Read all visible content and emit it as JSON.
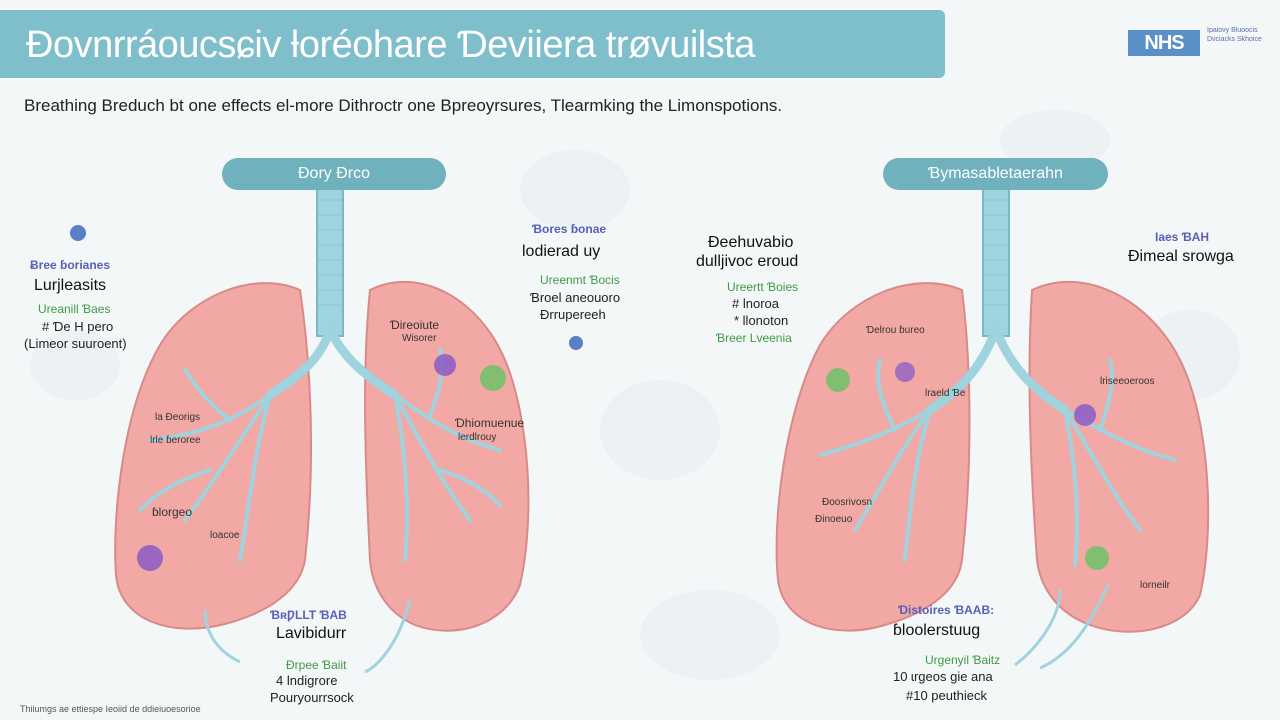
{
  "header": {
    "title": "Ɖovnrráoucsɕiv ƚoréohare Ɗeviiera trøvuilsta",
    "subtitle": "Breathing Breduch bt one effects el-more Dithroctr one Bpreoyrsures, Tlearmking the Limonspotions.",
    "logo": "NHS",
    "logo_sub": "Ipaiovy Bluoocis Dvciacks Skhoice",
    "footnote": "Thiiumgs ae ettiespe Ieoiid de ddieiuoesorioe"
  },
  "colors": {
    "banner": "#7fbfcc",
    "pill": "#6fb2bd",
    "lung": "#f2a9a6",
    "lung_edge": "#d88a88",
    "airway": "#9fd3de",
    "airway_dark": "#76b9c8",
    "purple": "#8a5cc6",
    "green": "#6fc267",
    "label_blue": "#5860b8",
    "label_green": "#3f9a45"
  },
  "left_panel": {
    "pill_label": "Ɖory Ɖrco",
    "outer_top": {
      "heading": "Ƀree ɓorianes",
      "main": "Lurjleasits",
      "green": "Ureanill Ɓaes",
      "line1": "# Ɗe H pero",
      "line2": "(Limeor suuroent)"
    },
    "right_top": {
      "heading": "Ɓores ɓonae",
      "main": "Ɩodierad uy",
      "green": "Ureenmt Ɓocis",
      "line1": "Ɓroel aneouoro",
      "line2": "Ɖrrupereeh"
    },
    "inner_labels": [
      "Ɗireoiute",
      "Wisorer",
      "Ɗhiomuenue",
      "Ɩerdlrouy",
      "ɓlorgeo",
      "Ɩoacoe",
      "Ɩrle ɓeroree",
      "Ɩa Ɖeorigs"
    ],
    "bottom": {
      "heading": "ƁʀǷLLT ƁAB",
      "main": "Lavibidurr",
      "green": "Ɖrpee Ɓaiit",
      "line1": "4 Ɩndigrore",
      "line2": "Pouryourrsock"
    }
  },
  "right_panel": {
    "pill_label": "Ɓymasabletaerahn",
    "outer_top": {
      "heading": "Ɩaes ƁAH",
      "main": "Ɖimeal srowga"
    },
    "left_top": {
      "main1": "Ɖeehuvabio",
      "main2": "dulljivoc eroud",
      "green": "Ureertt Ɓoies",
      "line1": "# Ɩnoroa",
      "line2": "* Ɩlonoton",
      "green2": "Ɓreer Lveenia"
    },
    "inner_labels": [
      "Ɗelrou ɓureo",
      "Ɩraeld Ɓe",
      "Ɖoosrivosn",
      "Ɩriseeoeroos",
      "Ɖinoeuo",
      "Ɩorneilr"
    ],
    "bottom": {
      "heading": "Ɗistoires ƁAAB:",
      "main": "ɓloolerstuug",
      "green": "Urgenyil Ɓaitz",
      "line1": "10 ɩrgeos gie ana",
      "line2": "#10 peuthieck"
    }
  }
}
